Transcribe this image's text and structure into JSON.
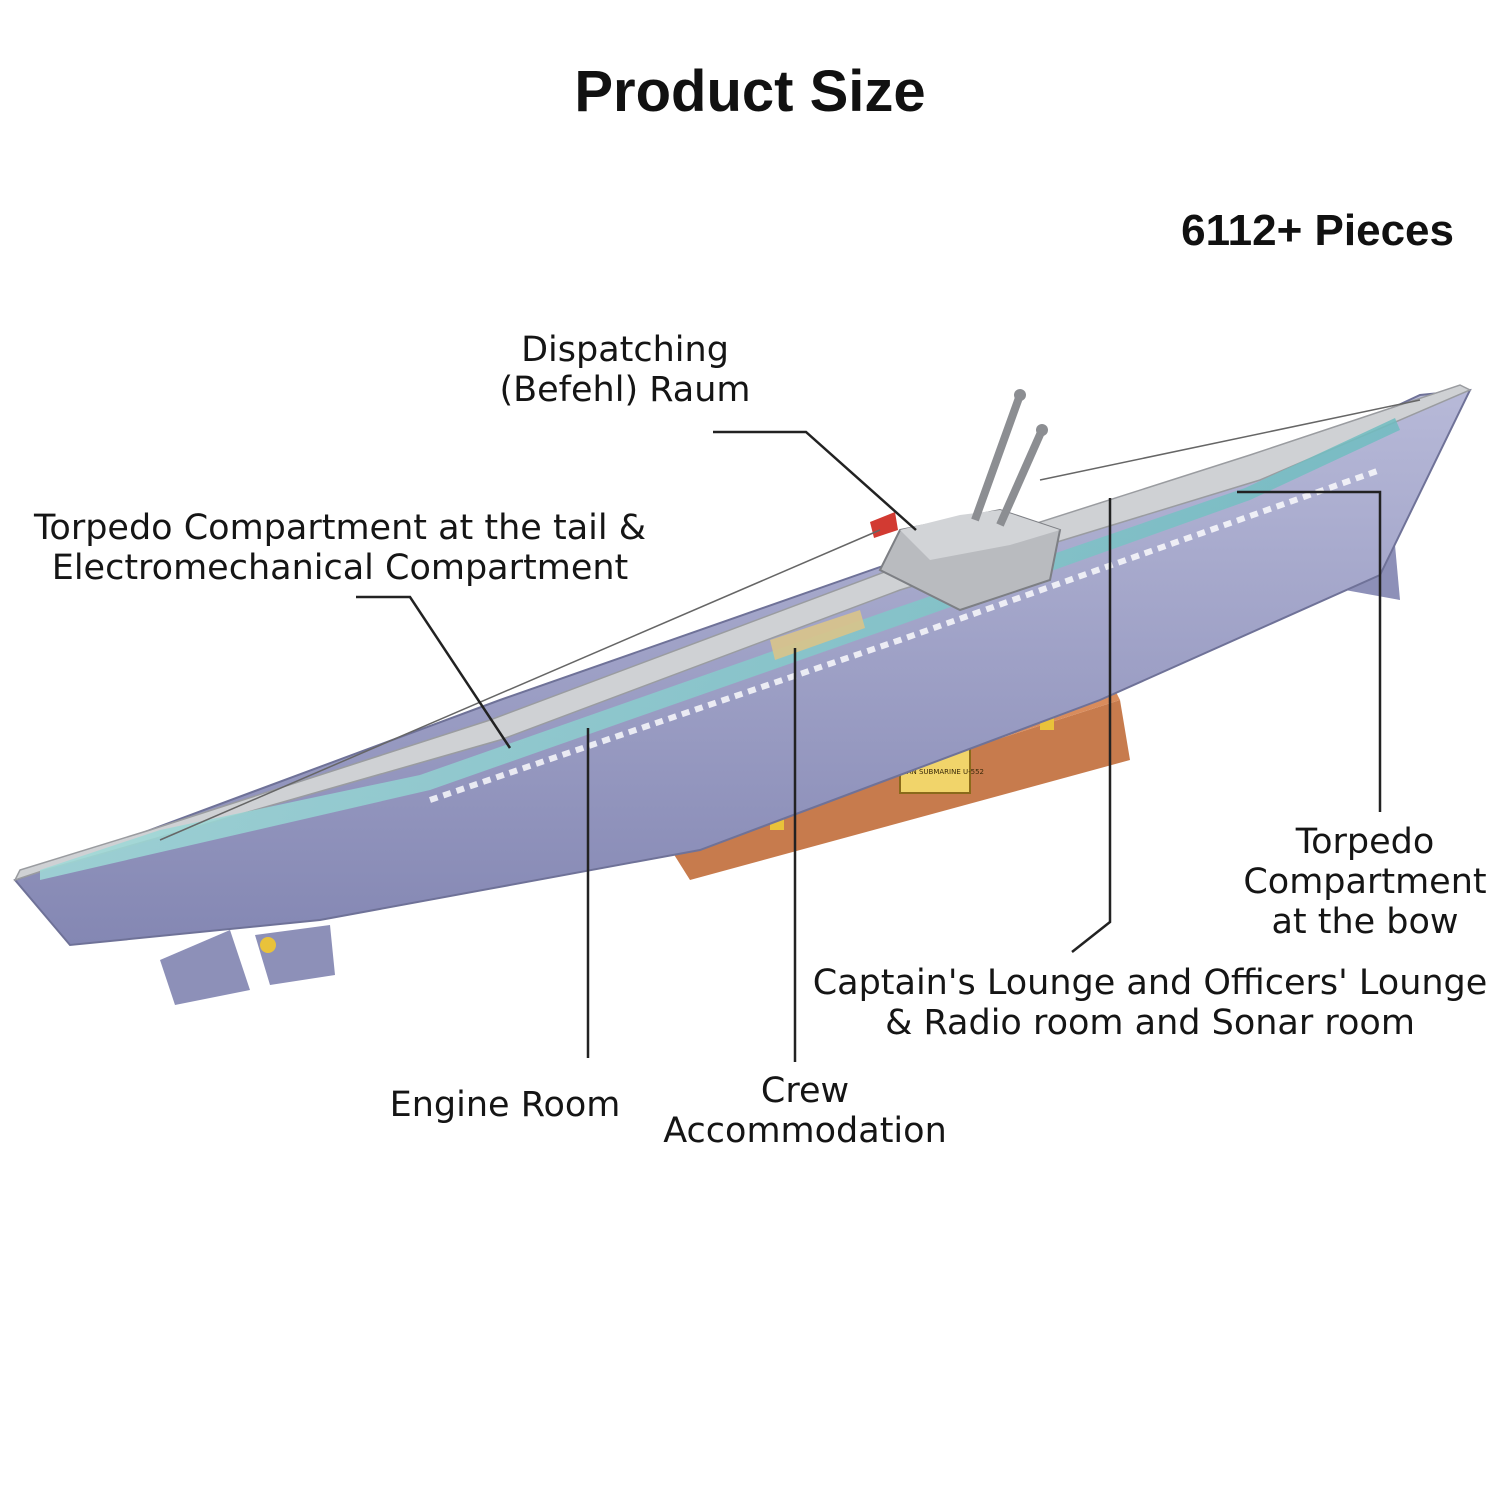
{
  "title": "Product Size",
  "pieces": "6112+ Pieces",
  "plaque_text": "GERMAN SUBMARINE U-552",
  "labels": {
    "dispatching": [
      "Dispatching",
      "(Befehl) Raum"
    ],
    "torpedo_tail": [
      "Torpedo Compartment at the tail &",
      "Electromechanical Compartment"
    ],
    "torpedo_bow": [
      "Torpedo",
      "Compartment",
      "at the bow"
    ],
    "captain": [
      "Captain's Lounge and Officers' Lounge",
      "& Radio room and Sonar room"
    ],
    "engine": [
      "Engine Room"
    ],
    "crew": [
      "Crew",
      "Accommodation"
    ]
  },
  "colors": {
    "hull": "#9c9fc4",
    "deck": "#cfd1d4",
    "interior": "#8fd0cf",
    "stand": "#c77b4d",
    "accent": "#e9c23a"
  }
}
